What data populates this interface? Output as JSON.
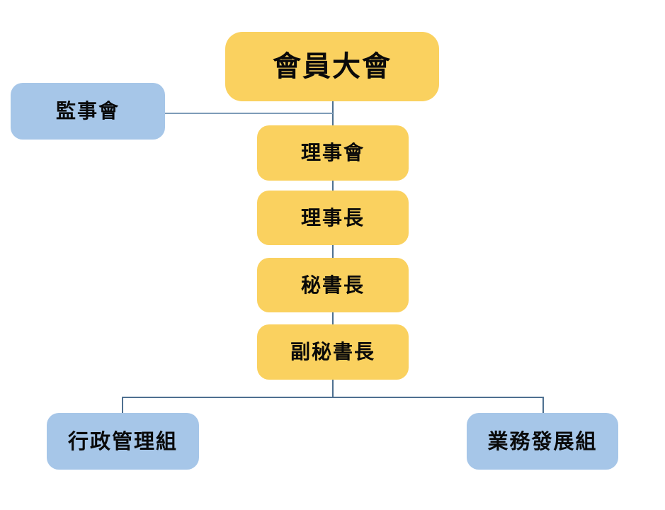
{
  "diagram": {
    "type": "org-chart",
    "background": "#FFFFFF",
    "colors": {
      "node_yellow": "#FAD15F",
      "node_blue": "#A6C6E8",
      "connector": "#4E7090",
      "text": "#0A0A0A"
    },
    "nodes": {
      "member_assembly": {
        "label": "會員大會",
        "color": "#FAD15F",
        "level": 1
      },
      "supervisory_board": {
        "label": "監事會",
        "color": "#A6C6E8",
        "level": 2
      },
      "board_of_directors": {
        "label": "理事會",
        "color": "#FAD15F",
        "level": 2
      },
      "chairman": {
        "label": "理事長",
        "color": "#FAD15F",
        "level": 3
      },
      "secretary_general": {
        "label": "秘書長",
        "color": "#FAD15F",
        "level": 4
      },
      "deputy_secretary_general": {
        "label": "副秘書長",
        "color": "#FAD15F",
        "level": 5
      },
      "admin_group": {
        "label": "行政管理組",
        "color": "#A6C6E8",
        "level": 6
      },
      "bizdev_group": {
        "label": "業務發展組",
        "color": "#A6C6E8",
        "level": 6
      }
    },
    "edges": [
      {
        "from": "member_assembly",
        "to": "supervisory_board"
      },
      {
        "from": "member_assembly",
        "to": "board_of_directors"
      },
      {
        "from": "board_of_directors",
        "to": "chairman"
      },
      {
        "from": "chairman",
        "to": "secretary_general"
      },
      {
        "from": "secretary_general",
        "to": "deputy_secretary_general"
      },
      {
        "from": "deputy_secretary_general",
        "to": "admin_group"
      },
      {
        "from": "deputy_secretary_general",
        "to": "bizdev_group"
      }
    ]
  }
}
